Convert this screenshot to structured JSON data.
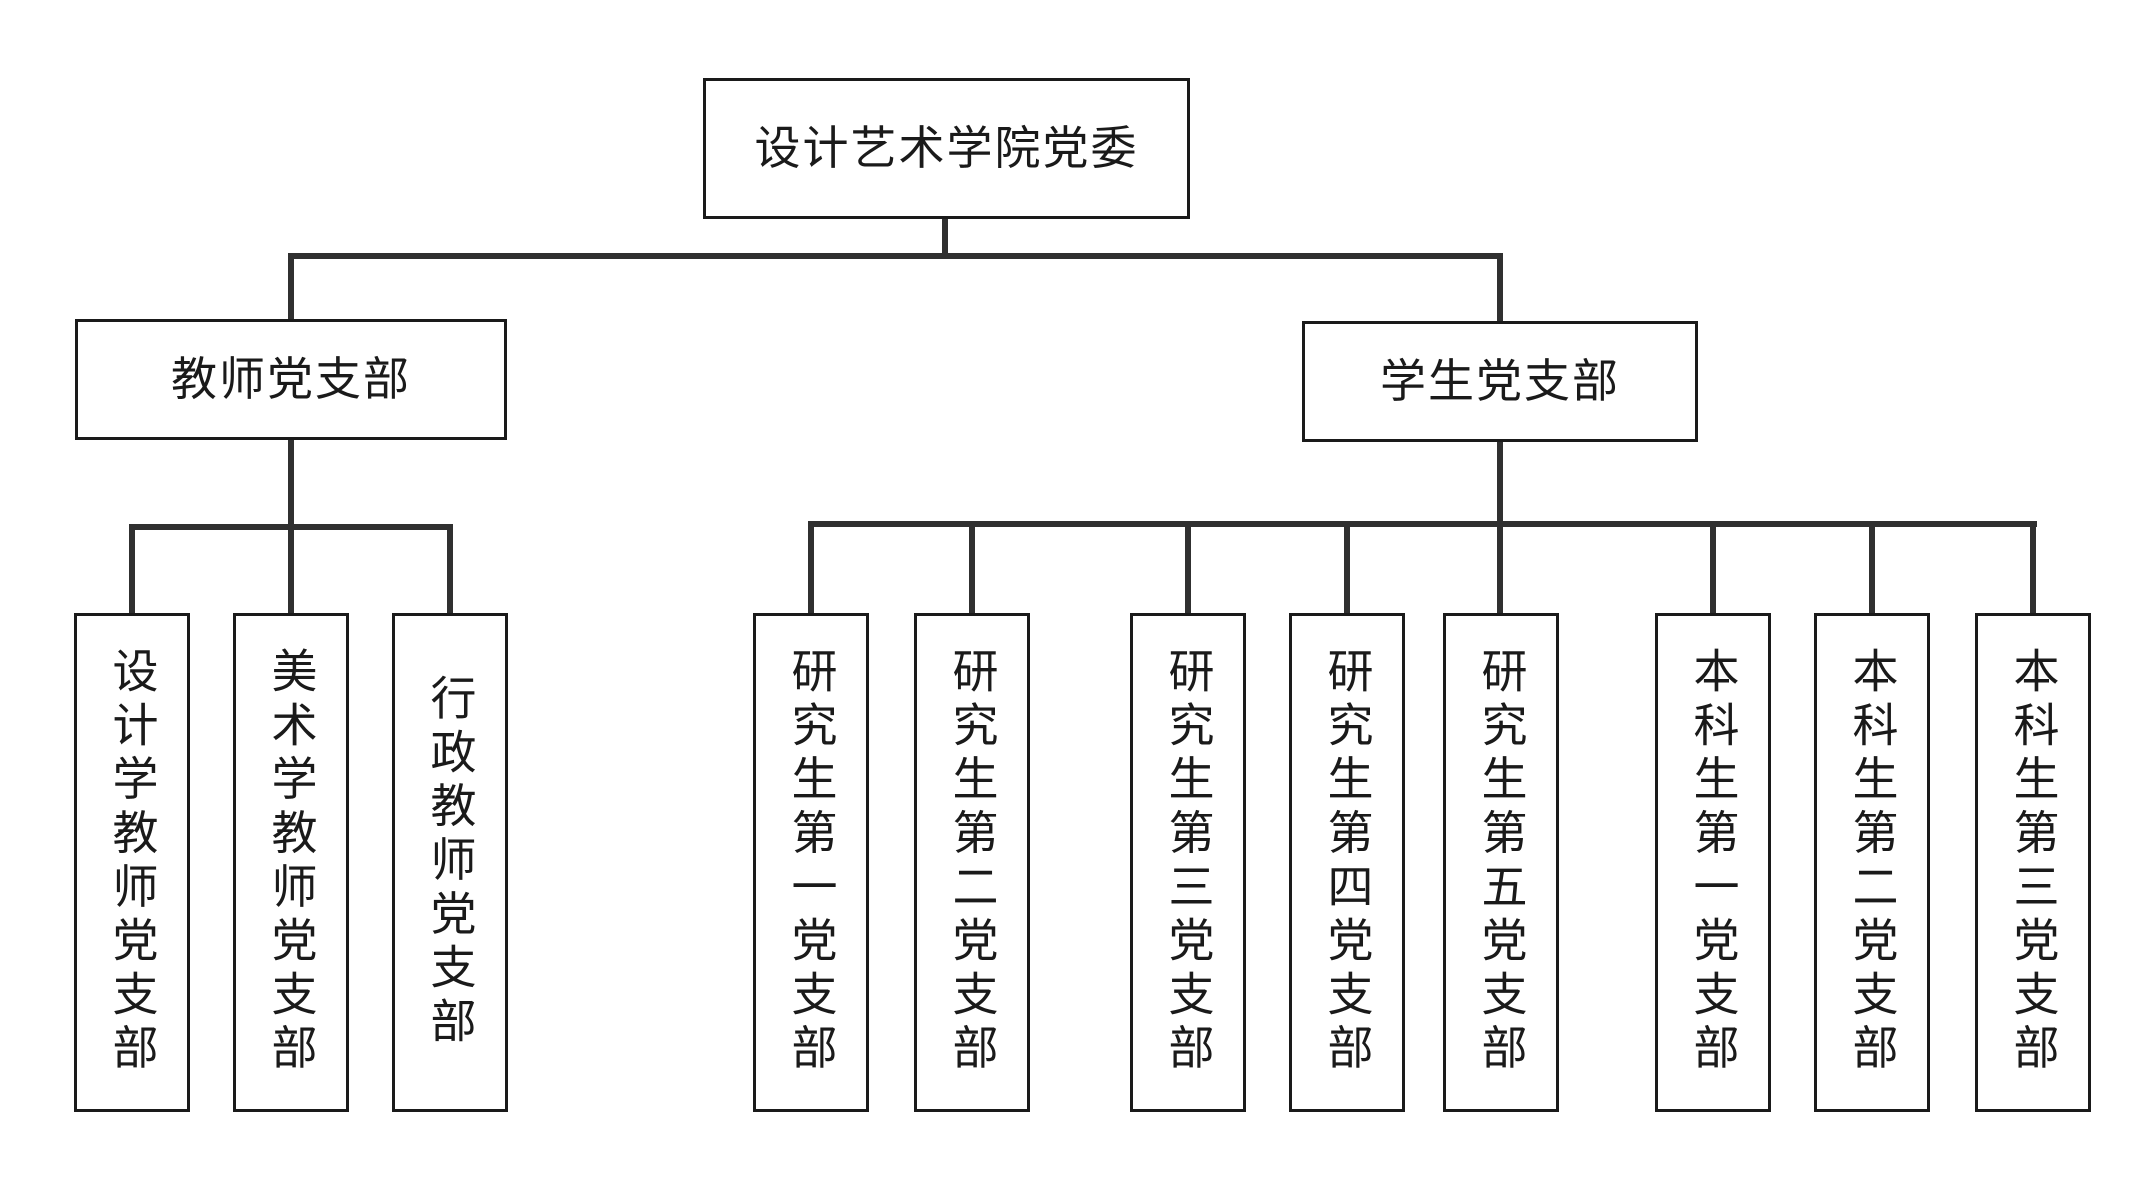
{
  "org": {
    "root": {
      "label": "设计艺术学院党委"
    },
    "branches": [
      {
        "label": "教师党支部",
        "children": [
          {
            "label": "设计学教师党支部"
          },
          {
            "label": "美术学教师党支部"
          },
          {
            "label": "行政教师党支部"
          }
        ]
      },
      {
        "label": "学生党支部",
        "children": [
          {
            "label": "研究生第一党支部"
          },
          {
            "label": "研究生第二党支部"
          },
          {
            "label": "研究生第三党支部"
          },
          {
            "label": "研究生第四党支部"
          },
          {
            "label": "研究生第五党支部"
          },
          {
            "label": "本科生第一党支部"
          },
          {
            "label": "本科生第二党支部"
          },
          {
            "label": "本科生第三党支部"
          }
        ]
      }
    ]
  },
  "colors": {
    "line": "#303030",
    "border": "#1a1a1a",
    "text": "#1a1a1a",
    "background": "#ffffff"
  }
}
